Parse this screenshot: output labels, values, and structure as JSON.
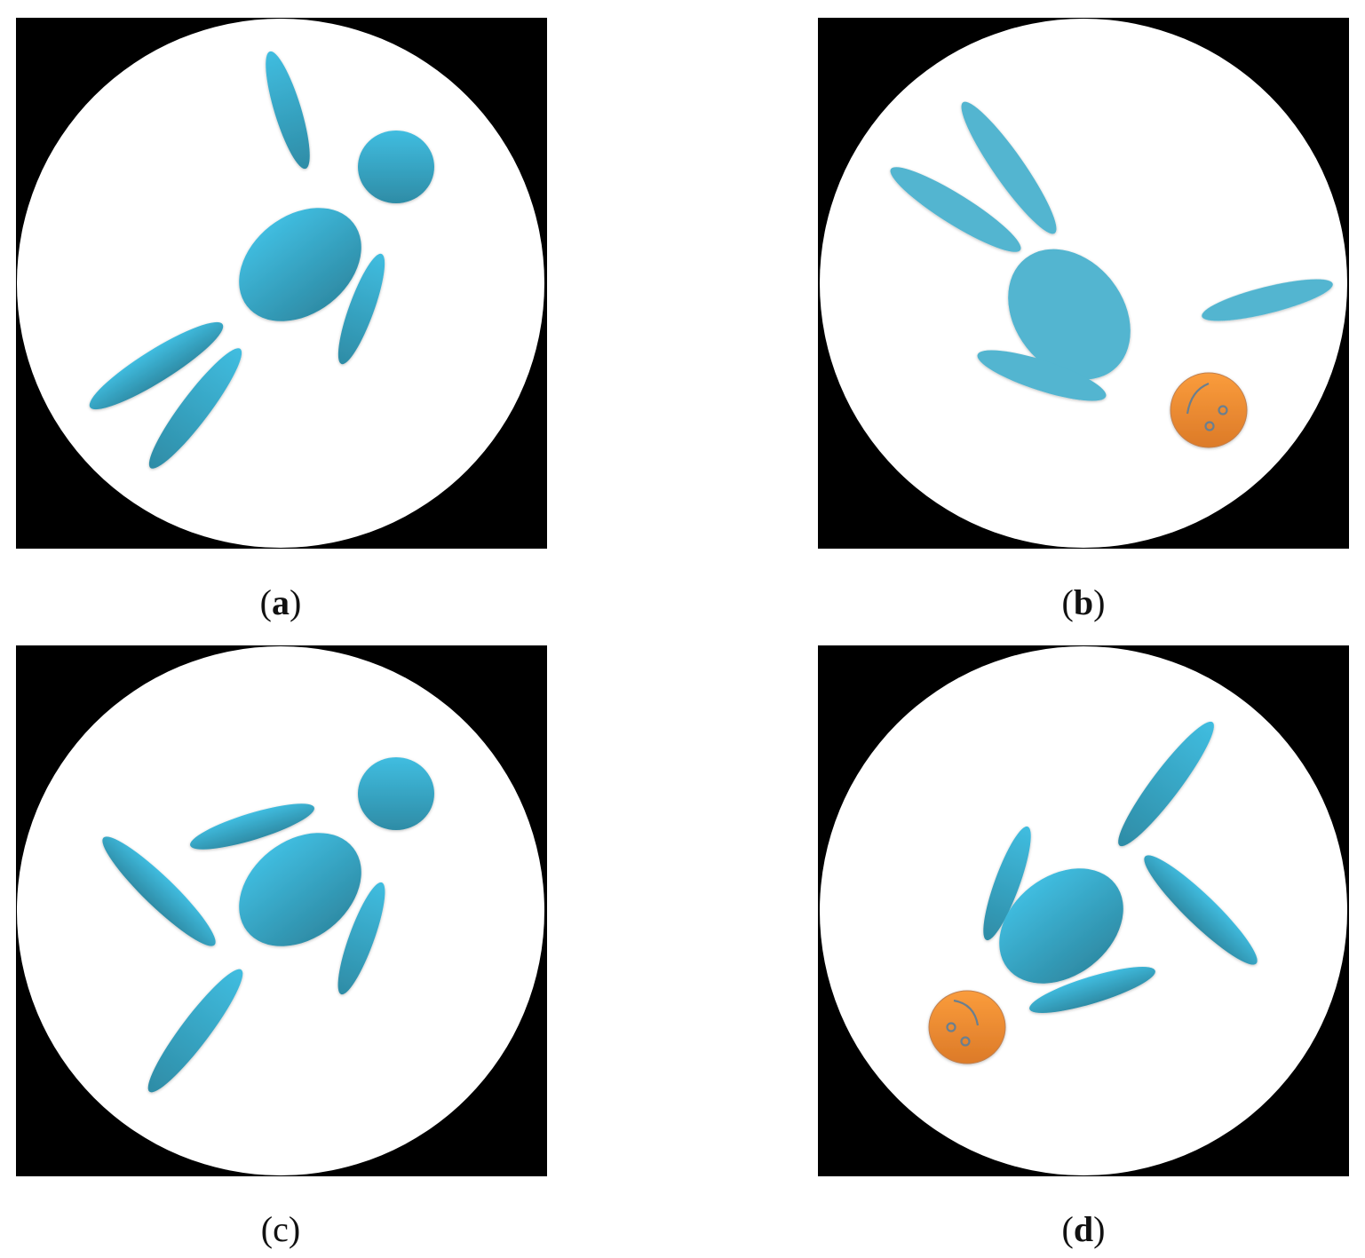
{
  "figure": {
    "panels": [
      {
        "id": "a",
        "label": "(a)",
        "label_letter": "a",
        "description": "Top-down silhouette of a person lying on the floor (blue body, head), no overlay"
      },
      {
        "id": "b",
        "label": "(b)",
        "label_letter": "b",
        "description": "Person lying with limbs spread, head marked in orange with face"
      },
      {
        "id": "c",
        "label": "(c)",
        "label_letter": "c",
        "description": "Top-down silhouette of a person in a different pose (blue body, head)"
      },
      {
        "id": "d",
        "label": "(d)",
        "label_letter": "d",
        "description": "Person lying, head marked in orange with face, bottom-left"
      }
    ],
    "colors": {
      "frame": "#000000",
      "field": "#ffffff",
      "body_blue_light": "#3db8da",
      "body_blue_dark": "#2e8fa8",
      "body_blue_flat": "#52b5d0",
      "head_orange_light": "#f99a3a",
      "head_orange_dark": "#e07a25",
      "face_feature": "#6b7f8f"
    }
  }
}
